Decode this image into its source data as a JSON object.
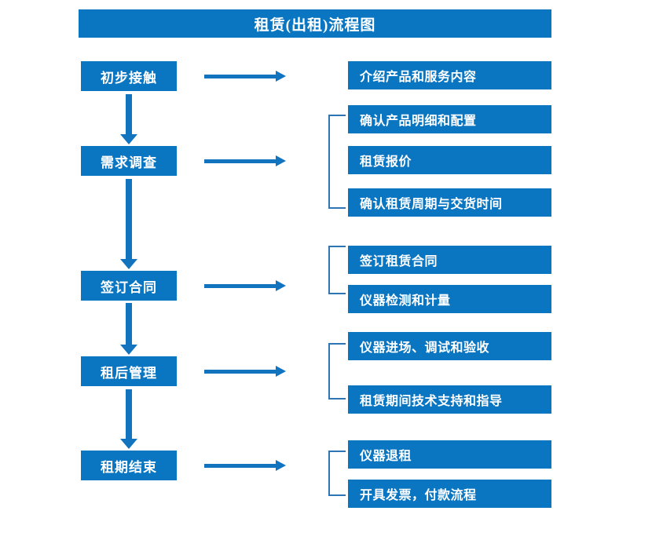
{
  "chart_data": {
    "type": "diagram",
    "title": "租赁(出租)流程图",
    "diagram_kind": "flowchart",
    "orientation": "vertical-stages-with-task-branches"
  },
  "title": {
    "text": "租赁(出租)流程图"
  },
  "colors": {
    "box_blue": "#0A76C2",
    "arrow_blue": "#1273BE",
    "bracket_blue": "#2E75B6",
    "text_white": "#FFFFFF",
    "background": "#FFFFFF"
  },
  "stages": [
    {
      "id": "stage-1",
      "label": "初步接触"
    },
    {
      "id": "stage-2",
      "label": "需求调查"
    },
    {
      "id": "stage-3",
      "label": "签订合同"
    },
    {
      "id": "stage-4",
      "label": "租后管理"
    },
    {
      "id": "stage-5",
      "label": "租期结束"
    }
  ],
  "tasks": [
    {
      "id": "task-1-1",
      "label": "介绍产品和服务内容",
      "stage": "stage-1"
    },
    {
      "id": "task-2-1",
      "label": "确认产品明细和配置",
      "stage": "stage-2"
    },
    {
      "id": "task-2-2",
      "label": "租赁报价",
      "stage": "stage-2"
    },
    {
      "id": "task-2-3",
      "label": "确认租赁周期与交货时间",
      "stage": "stage-2"
    },
    {
      "id": "task-3-1",
      "label": "签订租赁合同",
      "stage": "stage-3"
    },
    {
      "id": "task-3-2",
      "label": "仪器检测和计量",
      "stage": "stage-3"
    },
    {
      "id": "task-4-1",
      "label": "仪器进场、调试和验收",
      "stage": "stage-4"
    },
    {
      "id": "task-4-2",
      "label": "租赁期间技术支持和指导",
      "stage": "stage-4"
    },
    {
      "id": "task-5-1",
      "label": "仪器退租",
      "stage": "stage-5"
    },
    {
      "id": "task-5-2",
      "label": "开具发票，付款流程",
      "stage": "stage-5"
    }
  ],
  "connectors": {
    "horizontal_arrow_count": 5,
    "vertical_arrow_count": 4,
    "bracket_count": 4
  }
}
